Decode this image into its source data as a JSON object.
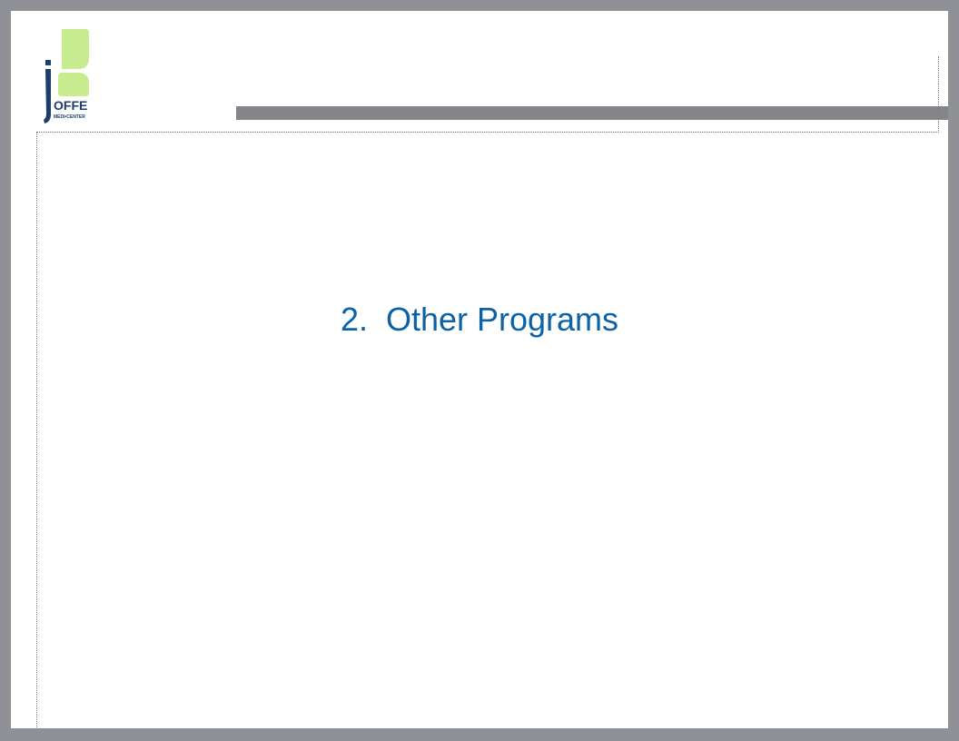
{
  "logo": {
    "brand_text": "JOFFE",
    "sub_text": "MEDI•CENTER",
    "colors": {
      "leaf": "#c6ec8f",
      "navy": "#1d3e6b"
    }
  },
  "slide": {
    "title": "2.  Other Programs"
  },
  "colors": {
    "frame": "#8f9196",
    "bar": "#838589",
    "title": "#0b62a6"
  }
}
